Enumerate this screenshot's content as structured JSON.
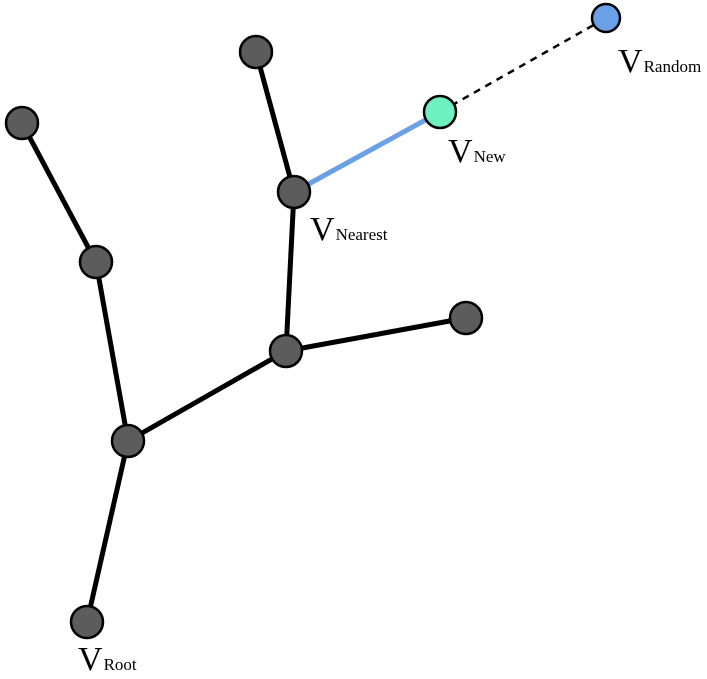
{
  "colors": {
    "tree_node": "#5c5c5c",
    "new_node": "#6ff0c0",
    "random_node": "#6aa0e6",
    "new_edge": "#6aa0e6",
    "edge": "#000000"
  },
  "labels": {
    "root": {
      "main": "V",
      "sub": "Root"
    },
    "nearest": {
      "main": "V",
      "sub": "Nearest"
    },
    "new": {
      "main": "V",
      "sub": "New"
    },
    "random": {
      "main": "V",
      "sub": "Random"
    }
  }
}
